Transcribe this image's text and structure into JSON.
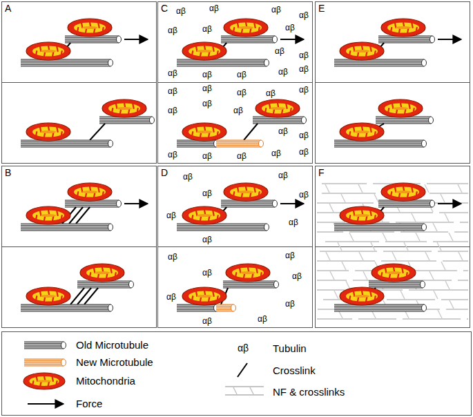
{
  "diagram": {
    "nodes": [
      {
        "text": [
          "A"
        ]
      },
      {
        "text": [
          "C"
        ]
      },
      {
        "text": [
          "E"
        ]
      },
      {
        "text": [
          "B"
        ]
      },
      {
        "text": [
          "D"
        ]
      },
      {
        "text": [
          "F"
        ]
      }
    ],
    "labels": [
      "αβ",
      "αβ",
      "αβ",
      "αβ",
      "αβ",
      "αβ",
      "αβ",
      "αβ",
      "αβ",
      "αβ",
      "αβ",
      "αβ",
      "αβ",
      "αβ",
      "αβ",
      "αβ",
      "αβ",
      "αβ",
      "αβ",
      "αβ",
      "αβ",
      "αβ",
      "αβ",
      "αβ",
      "αβ",
      "αβ",
      "αβ",
      "αβ",
      "αβ",
      "αβ",
      "αβ",
      "αβ",
      "αβ",
      "αβ",
      "αβ",
      "αβ",
      "αβ",
      "αβ",
      "αβ",
      "αβ",
      "αβ",
      "αβ",
      "αβ",
      "αβ",
      "αβ"
    ],
    "legend": [
      {
        "text": "Old Microtubule"
      },
      {
        "text": "New Microtubule"
      },
      {
        "text": "Mitochondria"
      },
      {
        "text": "Force"
      },
      {
        "text": "Tubulin"
      },
      {
        "text": "Crosslink"
      },
      {
        "text": "NF & crosslinks"
      }
    ]
  }
}
